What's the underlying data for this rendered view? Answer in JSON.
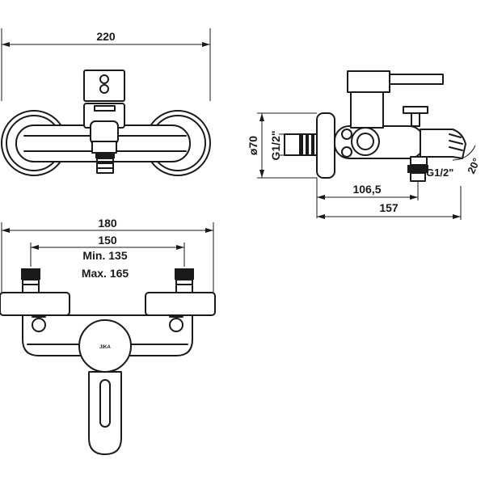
{
  "front_view": {
    "width_label": "220"
  },
  "side_view": {
    "diameter_label": "ø70",
    "inlet_thread_label": "G1/2\"",
    "outlet_thread_label": "G1/2\"",
    "angle_label": "20°",
    "outlet_distance_label": "106,5",
    "depth_label": "157"
  },
  "top_view": {
    "overall_label": "180",
    "centers_label": "150",
    "min_label": "Min. 135",
    "max_label": "Max. 165",
    "logo_text": "JIKA"
  }
}
